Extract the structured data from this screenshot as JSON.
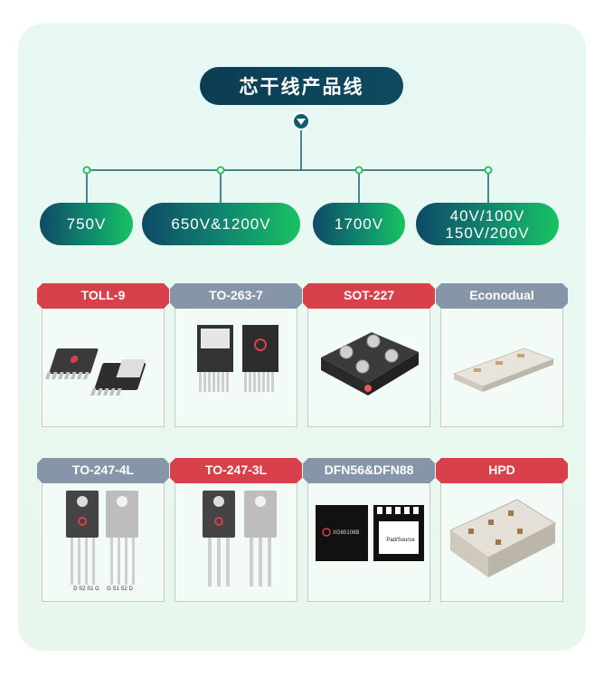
{
  "title": "芯干线产品线",
  "voltages": [
    "750V",
    "650V&1200V",
    "1700V",
    [
      "40V/100V",
      "150V/200V"
    ]
  ],
  "packages": [
    {
      "name": "TOLL-9",
      "color": "#d8404a"
    },
    {
      "name": "TO-263-7",
      "color": "#8696a8"
    },
    {
      "name": "SOT-227",
      "color": "#d8404a"
    },
    {
      "name": "Econodual",
      "color": "#8696a8"
    },
    {
      "name": "TO-247-4L",
      "color": "#8696a8"
    },
    {
      "name": "TO-247-3L",
      "color": "#d8404a"
    },
    {
      "name": "DFN56&DFN88",
      "color": "#8696a8"
    },
    {
      "name": "HPD",
      "color": "#d8404a"
    }
  ],
  "chip_labels": {
    "dfn_part": "XG65108B",
    "dfn_pad": "Pad/Source",
    "to247_4l_left_pins": "D S2 S1 G",
    "to247_4l_right_pins": "G S1 S2 D"
  }
}
